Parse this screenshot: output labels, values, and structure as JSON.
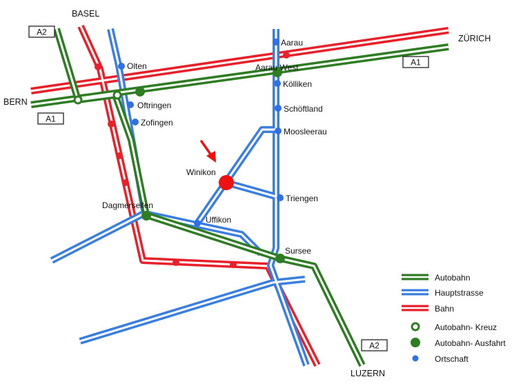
{
  "colors": {
    "autobahn": "#2e7d23",
    "hauptstrasse": "#3a7fe0",
    "bahn": "#e8202a",
    "ortschaft": "#2f6fe8",
    "target": "#ee1111"
  },
  "directions": {
    "basel": "BASEL",
    "zurich": "ZÜRICH",
    "bern": "BERN",
    "luzern": "LUZERN"
  },
  "shields": {
    "a2_top": "A2",
    "a1_right": "A1",
    "a1_left": "A1",
    "a2_bottom": "A2"
  },
  "places": {
    "aarau": "Aarau",
    "aarau_west": "Aarau West",
    "kolliken": "Kölliken",
    "schoftland": "Schöftland",
    "moosleerau": "Moosleerau",
    "triengen": "Triengen",
    "sursee": "Sursee",
    "uffikon": "Uffikon",
    "dagmersellen": "Dagmersellen",
    "olten": "Olten",
    "oftringen": "Oftringen",
    "zofingen": "Zofingen",
    "winikon": "Winikon"
  },
  "legend": {
    "autobahn": "Autobahn",
    "hauptstrasse": "Hauptstrasse",
    "bahn": "Bahn",
    "kreuz": "Autobahn- Kreuz",
    "ausfahrt": "Autobahn- Ausfahrt",
    "ortschaft": "Ortschaft"
  },
  "marker": {
    "icon": "arrow-down-right-icon"
  }
}
